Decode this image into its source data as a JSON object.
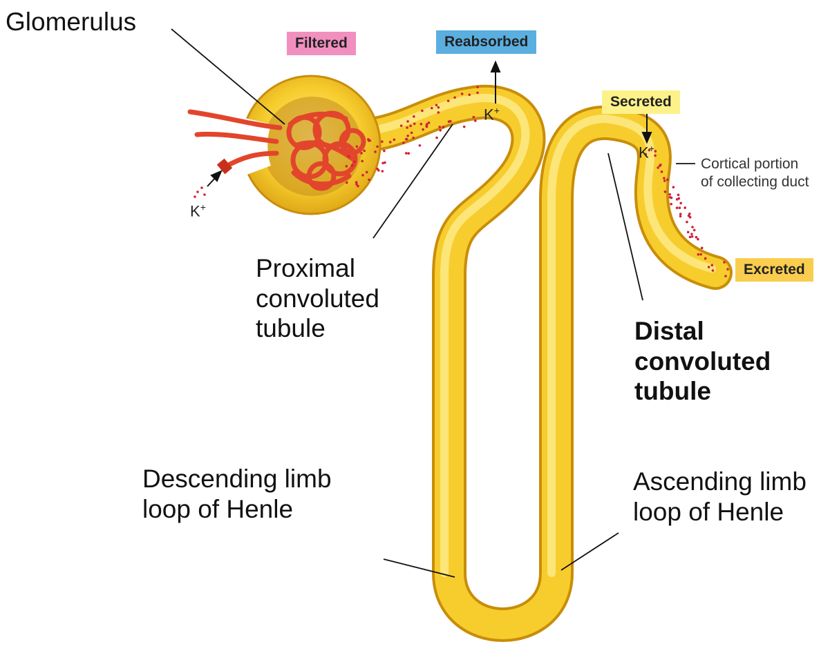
{
  "labels": {
    "glomerulus": "Glomerulus",
    "proximal": [
      "Proximal",
      "convoluted",
      "tubule"
    ],
    "distal": [
      "Distal",
      "convoluted",
      "tubule"
    ],
    "descending": [
      "Descending limb",
      "loop of Henle"
    ],
    "ascending": [
      "Ascending limb",
      "loop of Henle"
    ],
    "collecting": [
      "Cortical portion",
      "of collecting duct"
    ]
  },
  "tags": {
    "filtered": {
      "text": "Filtered",
      "color": "#f18fbf"
    },
    "reabsorbed": {
      "text": "Reabsorbed",
      "color": "#5aaee0"
    },
    "secreted": {
      "text": "Secreted",
      "color": "#fdf28a"
    },
    "excreted": {
      "text": "Excreted",
      "color": "#f9cd4e"
    }
  },
  "ion": {
    "symbol": "K",
    "charge": "+"
  },
  "colors": {
    "tubule": "#f7cd2e",
    "tubule_light": "#fdea86",
    "tubule_dark": "#d9a110",
    "capillary": "#e2452c",
    "dots": "#d11f3a"
  }
}
